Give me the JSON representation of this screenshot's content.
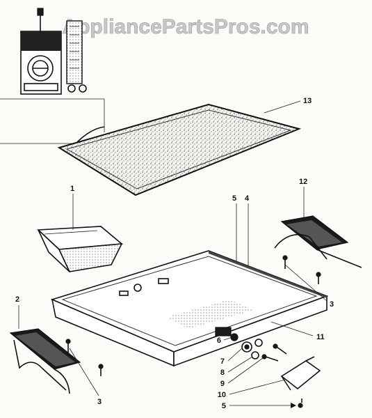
{
  "watermark": "AppliancePartsPros.com",
  "callouts": {
    "c1": "1",
    "c2": "2",
    "c3a": "3",
    "c3b": "3",
    "c4": "4",
    "c5a": "5",
    "c5b": "5",
    "c6": "6",
    "c7": "7",
    "c8": "8",
    "c9": "9",
    "c10": "10",
    "c11": "11",
    "c12": "12",
    "c13": "13"
  }
}
